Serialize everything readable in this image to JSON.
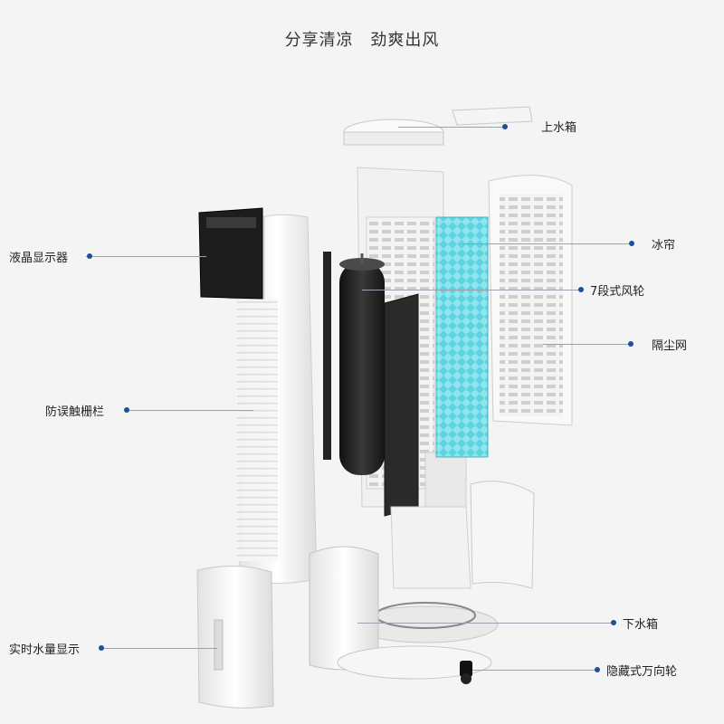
{
  "headline": {
    "part1": "分享清凉",
    "part2": "劲爽出风"
  },
  "callouts": {
    "upper_tank": "上水箱",
    "lcd_display": "液晶显示器",
    "ice_curtain": "冰帘",
    "fan_wheel": "7段式风轮",
    "dust_filter": "隔尘网",
    "safety_grille": "防误触栅栏",
    "lower_tank": "下水箱",
    "water_level_display": "实时水量显示",
    "hidden_casters": "隐藏式万向轮"
  },
  "colors": {
    "dot": "#1f4f9a",
    "ice_curtain": "#5fd3df",
    "body_white": "#f7f7f7",
    "dark_part": "#222222"
  }
}
